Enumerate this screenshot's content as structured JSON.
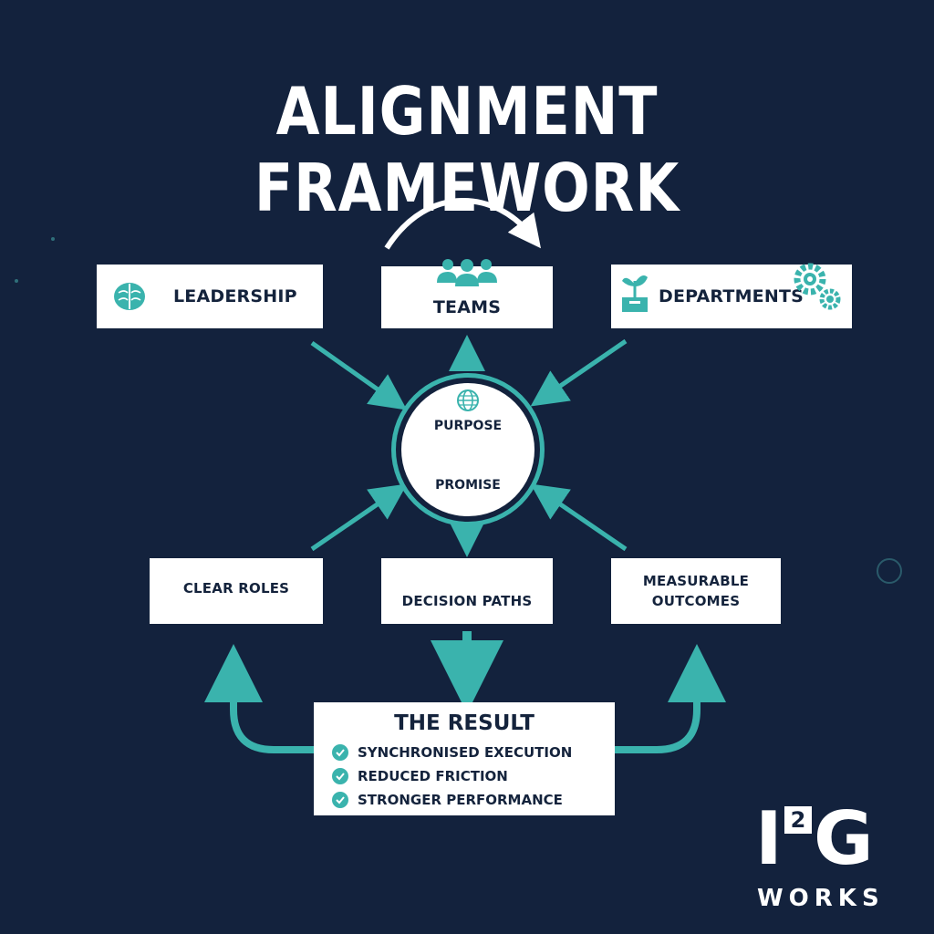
{
  "title": "ALIGNMENT FRAMEWORK",
  "colors": {
    "background": "#13223d",
    "accent": "#3ab3ad",
    "box": "#ffffff",
    "text": "#14233c"
  },
  "top_nodes": [
    {
      "label": "LEADERSHIP",
      "icon": "brain-icon"
    },
    {
      "label": "TEAMS",
      "icon": "people-group-icon"
    },
    {
      "label": "DEPARTMENTS",
      "icon": "gears-icon"
    }
  ],
  "center": {
    "top_label": "PURPOSE",
    "bottom_label": "PROMISE",
    "icon": "globe-icon"
  },
  "bottom_nodes": [
    {
      "label": "CLEAR ROLES"
    },
    {
      "label": "DECISION PATHS"
    },
    {
      "label": "MEASURABLE",
      "label2": "OUTCOMES"
    }
  ],
  "result": {
    "title": "THE RESULT",
    "items": [
      "SYNCHRONISED EXECUTION",
      "REDUCED FRICTION",
      "STRONGER PERFORMANCE"
    ]
  },
  "logo": {
    "top": "I",
    "superscript": "2",
    "letter": "G",
    "bottom": "WORKS"
  }
}
